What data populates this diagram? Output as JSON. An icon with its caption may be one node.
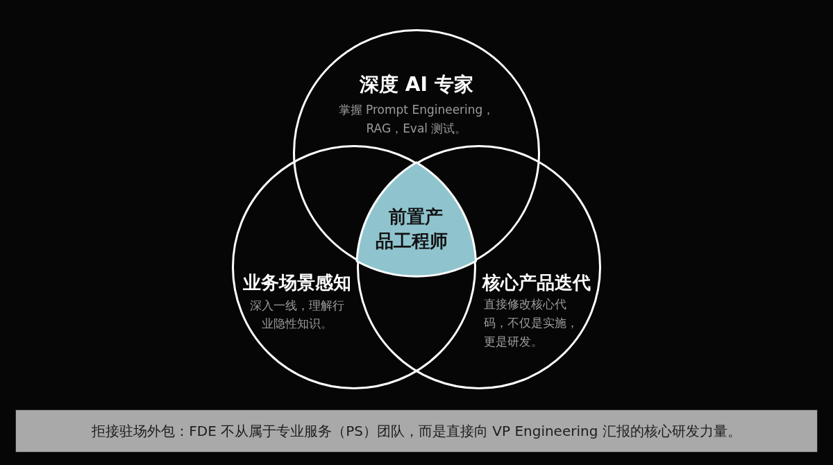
{
  "diagram": {
    "nodes": [
      {
        "text": [
          "深度 AI 专家",
          "掌握 Prompt Engineering，RAG，Eval 测试。"
        ]
      },
      {
        "text": [
          "业务场景感知",
          "深入一线，理解行业隐性知识。"
        ]
      },
      {
        "text": [
          "核心产品迭代",
          "直接修改核心代码，不仅是实施，更是研发。"
        ]
      },
      {
        "text": [
          "前置产品工程师"
        ]
      },
      {
        "text": [
          "拒接驻场外包：FDE 不从属于专业服务（PS）团队，而是直接向 VP Engineering 汇报的核心研发力量。"
        ]
      }
    ]
  }
}
